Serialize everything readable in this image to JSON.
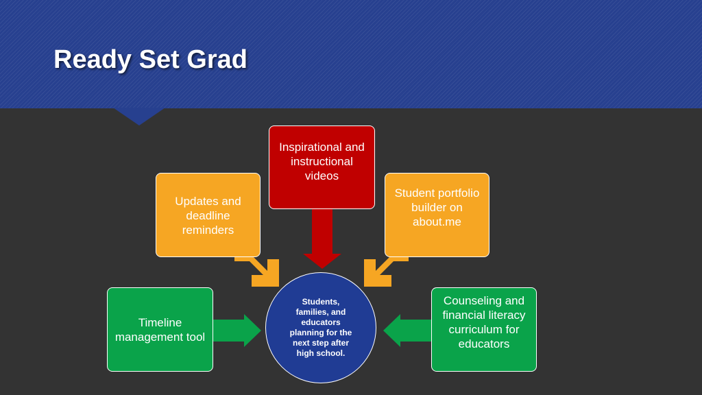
{
  "slide": {
    "title": "Ready Set Grad"
  },
  "center": {
    "text": "Students, families, and educators planning for the next step after high school."
  },
  "boxes": {
    "updates": "Updates and deadline reminders",
    "videos": "Inspirational and instructional videos",
    "portfolio": "Student portfolio builder on about.me",
    "timeline": "Timeline management tool",
    "counseling": "Counseling and financial literacy curriculum for educators"
  },
  "colors": {
    "banner": "#27408f",
    "background": "#333333",
    "orange": "#f6a623",
    "red": "#c00000",
    "green": "#0aa34a",
    "center": "#203c94"
  }
}
